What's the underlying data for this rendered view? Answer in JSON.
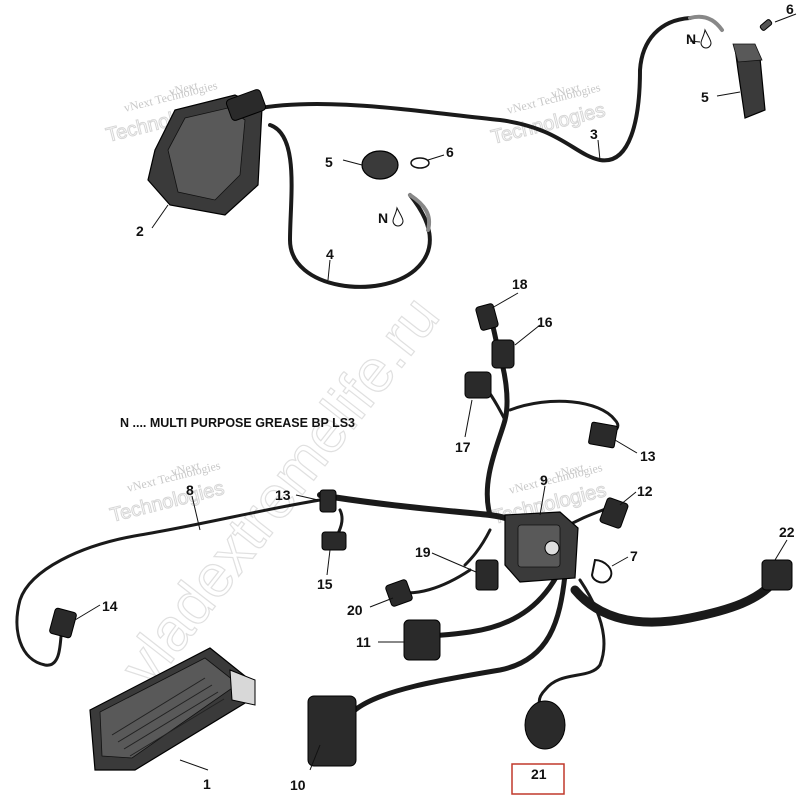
{
  "diagram": {
    "note": "N .... MULTI PURPOSE GREASE BP LS3",
    "grease_symbol": "N",
    "watermarks": {
      "brand_line1": "vNext",
      "brand_line2": "vNext Technologies",
      "brand_big": "Technologies",
      "site": "vladextremelife.ru"
    },
    "callouts": [
      {
        "id": "c1",
        "label": "1"
      },
      {
        "id": "c2",
        "label": "2"
      },
      {
        "id": "c3",
        "label": "3"
      },
      {
        "id": "c4",
        "label": "4"
      },
      {
        "id": "c5a",
        "label": "5"
      },
      {
        "id": "c5b",
        "label": "5"
      },
      {
        "id": "c6a",
        "label": "6"
      },
      {
        "id": "c6b",
        "label": "6"
      },
      {
        "id": "c7",
        "label": "7"
      },
      {
        "id": "c8",
        "label": "8"
      },
      {
        "id": "c9",
        "label": "9"
      },
      {
        "id": "c10",
        "label": "10"
      },
      {
        "id": "c11",
        "label": "11"
      },
      {
        "id": "c12",
        "label": "12"
      },
      {
        "id": "c13a",
        "label": "13"
      },
      {
        "id": "c13b",
        "label": "13"
      },
      {
        "id": "c14",
        "label": "14"
      },
      {
        "id": "c15",
        "label": "15"
      },
      {
        "id": "c16",
        "label": "16"
      },
      {
        "id": "c17",
        "label": "17"
      },
      {
        "id": "c18",
        "label": "18"
      },
      {
        "id": "c19",
        "label": "19"
      },
      {
        "id": "c20",
        "label": "20"
      },
      {
        "id": "c21",
        "label": "21"
      },
      {
        "id": "c22",
        "label": "22"
      }
    ],
    "highlight_color": "#c0392b"
  }
}
